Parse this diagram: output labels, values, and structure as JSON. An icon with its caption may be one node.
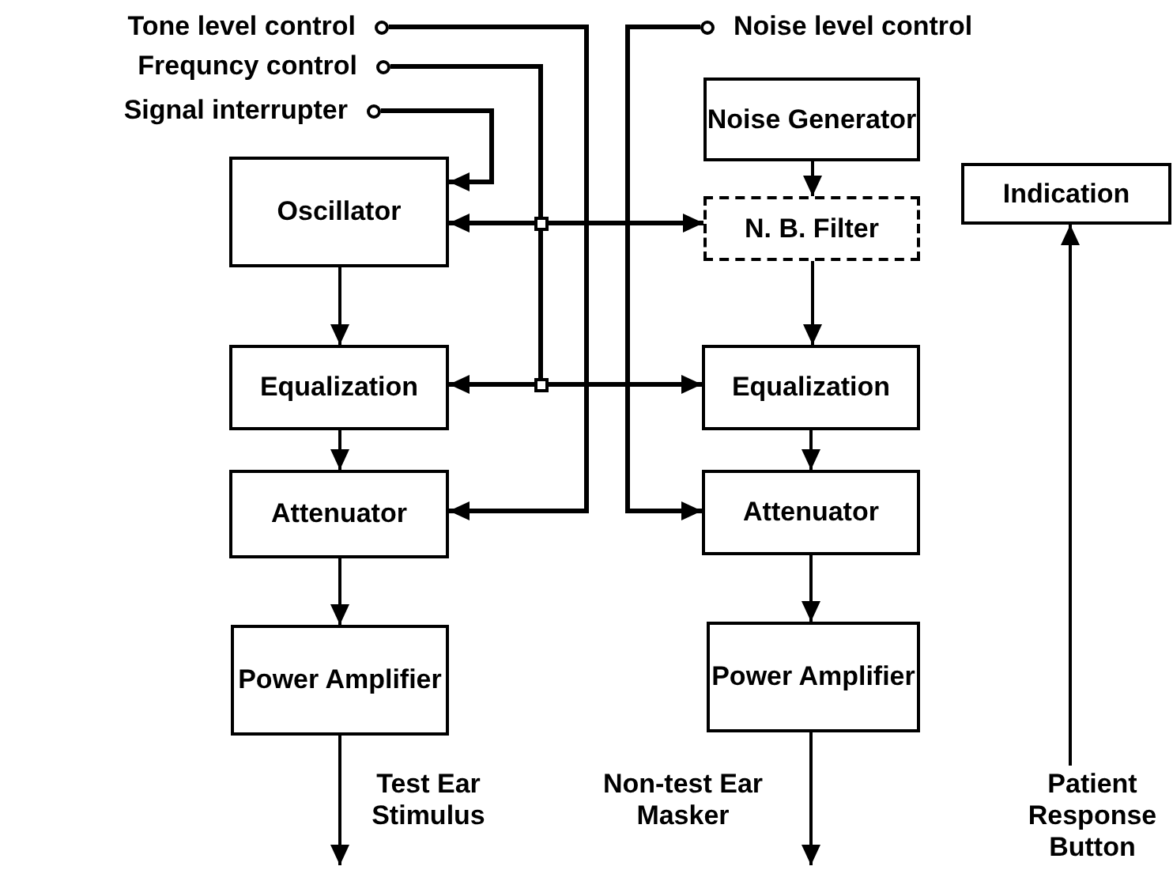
{
  "diagram": {
    "nodes": [
      {
        "text": [
          "Tone level control"
        ]
      },
      {
        "text": [
          "Frequncy control"
        ]
      },
      {
        "text": [
          "Signal interrupter"
        ]
      },
      {
        "text": [
          "Noise level control"
        ]
      },
      {
        "text": [
          "Oscillator"
        ]
      },
      {
        "text": [
          "Noise Generator"
        ]
      },
      {
        "text": [
          "N. B. Filter"
        ]
      },
      {
        "text": [
          "Indication"
        ]
      },
      {
        "text": [
          "Equalization"
        ]
      },
      {
        "text": [
          "Equalization"
        ]
      },
      {
        "text": [
          "Attenuator"
        ]
      },
      {
        "text": [
          "Attenuator"
        ]
      },
      {
        "text": [
          "Power Amplifier"
        ]
      },
      {
        "text": [
          "Power Amplifier"
        ]
      },
      {
        "text": [
          "Patient Response Button"
        ]
      }
    ],
    "edges": [
      {
        "from": 0,
        "to": 10,
        "arrow": "to"
      },
      {
        "from": 1,
        "to": 4,
        "arrow": "to"
      },
      {
        "from": 1,
        "to": 6,
        "arrow": "to"
      },
      {
        "from": 1,
        "to": 8,
        "arrow": "to"
      },
      {
        "from": 1,
        "to": 9,
        "arrow": "to"
      },
      {
        "from": 2,
        "to": 4,
        "arrow": "to"
      },
      {
        "from": 3,
        "to": 11,
        "arrow": "to"
      },
      {
        "from": 5,
        "to": 6,
        "arrow": "to"
      },
      {
        "from": 4,
        "to": 8,
        "arrow": "to"
      },
      {
        "from": 6,
        "to": 9,
        "arrow": "to"
      },
      {
        "from": 8,
        "to": 10,
        "arrow": "to"
      },
      {
        "from": 9,
        "to": 11,
        "arrow": "to"
      },
      {
        "from": 10,
        "to": 12,
        "arrow": "to"
      },
      {
        "from": 11,
        "to": 13,
        "arrow": "to"
      },
      {
        "from": 12,
        "to": null,
        "arrow": "to"
      },
      {
        "from": 13,
        "to": null,
        "arrow": "to"
      },
      {
        "from": 14,
        "to": 7,
        "arrow": "to"
      }
    ],
    "labels": [
      "Test Ear Stimulus",
      "Non-test Ear Masker"
    ]
  }
}
